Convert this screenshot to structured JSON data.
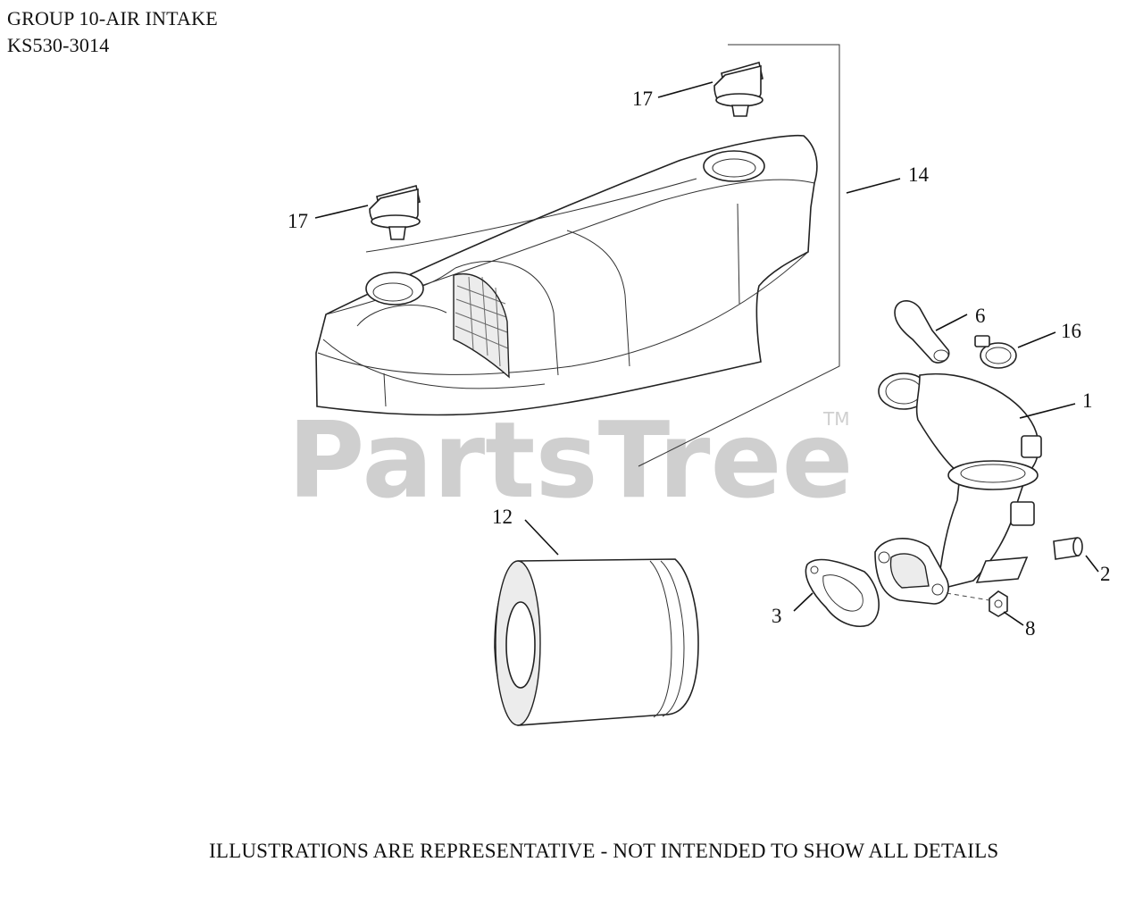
{
  "header": {
    "group_title": "GROUP 10-AIR INTAKE",
    "model_number": "KS530-3014"
  },
  "watermark": {
    "brand": "PartsTree",
    "trademark": "TM"
  },
  "callouts": [
    {
      "id": "c17a",
      "label": "17"
    },
    {
      "id": "c17b",
      "label": "17"
    },
    {
      "id": "c14",
      "label": "14"
    },
    {
      "id": "c6",
      "label": "6"
    },
    {
      "id": "c16",
      "label": "16"
    },
    {
      "id": "c1",
      "label": "1"
    },
    {
      "id": "c12",
      "label": "12"
    },
    {
      "id": "c2",
      "label": "2"
    },
    {
      "id": "c3",
      "label": "3"
    },
    {
      "id": "c8",
      "label": "8"
    }
  ],
  "footer": {
    "disclaimer": "ILLUSTRATIONS ARE REPRESENTATIVE - NOT INTENDED TO SHOW ALL DETAILS"
  }
}
